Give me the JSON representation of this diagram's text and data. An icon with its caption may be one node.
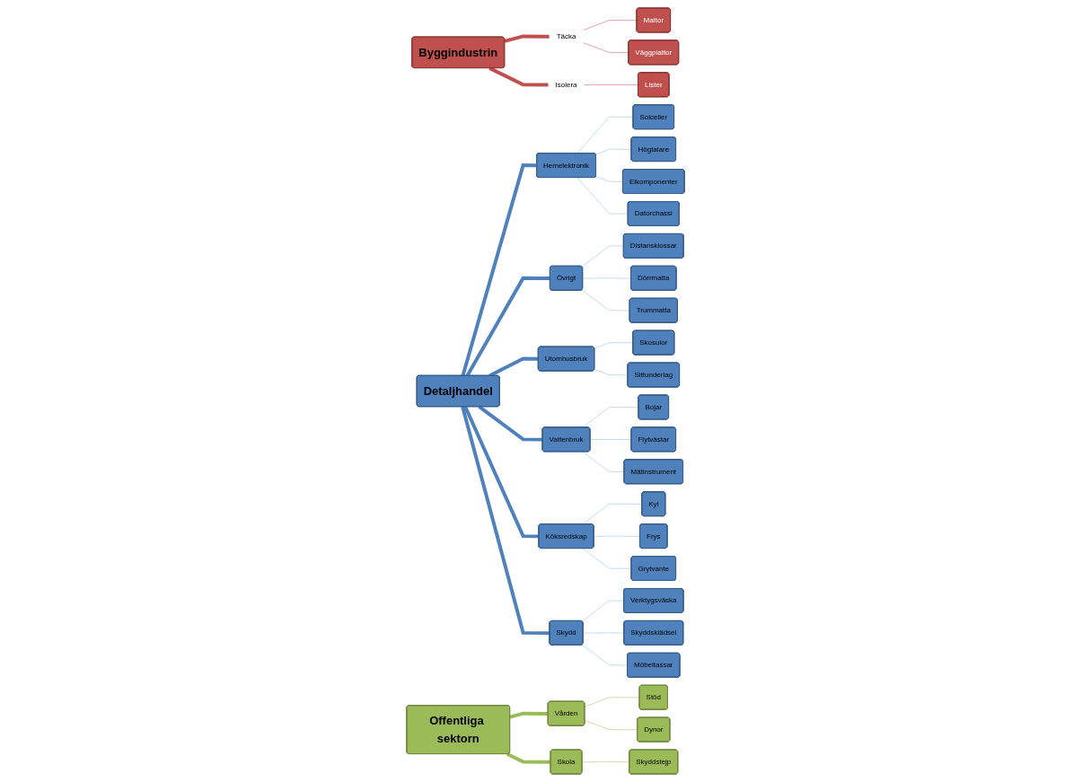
{
  "diagram": {
    "nodes": [
      {
        "text": [
          "Byggindustrin"
        ]
      },
      {
        "text": [
          "Täcka"
        ]
      },
      {
        "text": [
          "Mattor"
        ]
      },
      {
        "text": [
          "Väggplattor"
        ]
      },
      {
        "text": [
          "Isolera"
        ]
      },
      {
        "text": [
          "Lister"
        ]
      },
      {
        "text": [
          "Detaljhandel"
        ]
      },
      {
        "text": [
          "Hemelektronik"
        ]
      },
      {
        "text": [
          "Solceller"
        ]
      },
      {
        "text": [
          "Högtalare"
        ]
      },
      {
        "text": [
          "Elkomponenter"
        ]
      },
      {
        "text": [
          "Datorchassi"
        ]
      },
      {
        "text": [
          "Övrigt"
        ]
      },
      {
        "text": [
          "Distansklossar"
        ]
      },
      {
        "text": [
          "Dörrmatta"
        ]
      },
      {
        "text": [
          "Trummatta"
        ]
      },
      {
        "text": [
          "Utomhusbruk"
        ]
      },
      {
        "text": [
          "Skosulor"
        ]
      },
      {
        "text": [
          "Sittunderlag"
        ]
      },
      {
        "text": [
          "Vattenbruk"
        ]
      },
      {
        "text": [
          "Bojar"
        ]
      },
      {
        "text": [
          "Flytvästar"
        ]
      },
      {
        "text": [
          "Mätinstrument"
        ]
      },
      {
        "text": [
          "Köksredskap"
        ]
      },
      {
        "text": [
          "Kyl"
        ]
      },
      {
        "text": [
          "Frys"
        ]
      },
      {
        "text": [
          "Grytvante"
        ]
      },
      {
        "text": [
          "Skydd"
        ]
      },
      {
        "text": [
          "Verktygsväska"
        ]
      },
      {
        "text": [
          "Skyddsklädsel"
        ]
      },
      {
        "text": [
          "Möbeltassar"
        ]
      },
      {
        "text": [
          "Offentliga sektorn"
        ]
      },
      {
        "text": [
          "Vården"
        ]
      },
      {
        "text": [
          "Stöd"
        ]
      },
      {
        "text": [
          "Dynor"
        ]
      },
      {
        "text": [
          "Skola"
        ]
      },
      {
        "text": [
          "Skyddstejp"
        ]
      }
    ],
    "edges": [
      {
        "from": 0,
        "to": 1,
        "arrow": "none",
        "style": "thick",
        "color": "#c0504d"
      },
      {
        "from": 1,
        "to": 2,
        "arrow": "none",
        "color": "#c0504d"
      },
      {
        "from": 1,
        "to": 3,
        "arrow": "none",
        "color": "#c0504d"
      },
      {
        "from": 0,
        "to": 4,
        "arrow": "none",
        "style": "thick",
        "color": "#c0504d"
      },
      {
        "from": 4,
        "to": 5,
        "arrow": "none",
        "color": "#c0504d"
      },
      {
        "from": 6,
        "to": 7,
        "arrow": "none",
        "style": "thick"
      },
      {
        "from": 7,
        "to": 8,
        "arrow": "none"
      },
      {
        "from": 7,
        "to": 9,
        "arrow": "none"
      },
      {
        "from": 7,
        "to": 10,
        "arrow": "none"
      },
      {
        "from": 7,
        "to": 11,
        "arrow": "none"
      },
      {
        "from": 6,
        "to": 12,
        "arrow": "none",
        "style": "thick"
      },
      {
        "from": 12,
        "to": 13,
        "arrow": "none"
      },
      {
        "from": 12,
        "to": 14,
        "arrow": "none"
      },
      {
        "from": 12,
        "to": 15,
        "arrow": "none"
      },
      {
        "from": 6,
        "to": 16,
        "arrow": "none",
        "style": "thick"
      },
      {
        "from": 16,
        "to": 17,
        "arrow": "none"
      },
      {
        "from": 16,
        "to": 18,
        "arrow": "none"
      },
      {
        "from": 6,
        "to": 19,
        "arrow": "none",
        "style": "thick"
      },
      {
        "from": 19,
        "to": 20,
        "arrow": "none"
      },
      {
        "from": 19,
        "to": 21,
        "arrow": "none"
      },
      {
        "from": 19,
        "to": 22,
        "arrow": "none"
      },
      {
        "from": 6,
        "to": 23,
        "arrow": "none",
        "style": "thick"
      },
      {
        "from": 23,
        "to": 24,
        "arrow": "none"
      },
      {
        "from": 23,
        "to": 25,
        "arrow": "none"
      },
      {
        "from": 23,
        "to": 26,
        "arrow": "none"
      },
      {
        "from": 6,
        "to": 27,
        "arrow": "none",
        "style": "thick"
      },
      {
        "from": 27,
        "to": 28,
        "arrow": "none"
      },
      {
        "from": 27,
        "to": 29,
        "arrow": "none"
      },
      {
        "from": 27,
        "to": 30,
        "arrow": "none"
      },
      {
        "from": 31,
        "to": 32,
        "arrow": "none",
        "style": "thick",
        "color": "#9bbb59"
      },
      {
        "from": 32,
        "to": 33,
        "arrow": "none",
        "color": "#9bbb59"
      },
      {
        "from": 32,
        "to": 34,
        "arrow": "none",
        "color": "#9bbb59"
      },
      {
        "from": 31,
        "to": 35,
        "arrow": "none",
        "style": "thick",
        "color": "#9bbb59"
      },
      {
        "from": 35,
        "to": 36,
        "arrow": "none",
        "color": "#9bbb59"
      }
    ]
  }
}
